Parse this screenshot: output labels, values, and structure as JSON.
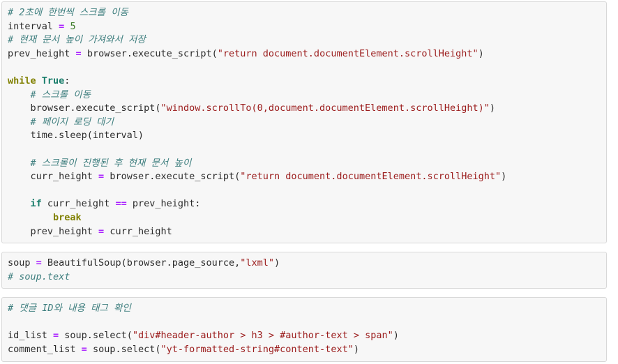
{
  "document": {
    "language": "python",
    "theme": {
      "background": "#ffffff",
      "block_background": "#f7f7f7",
      "block_border": "#d8d8d8",
      "text": "#2b2b2b",
      "comment": "#3f7f7f",
      "keyword": "#808000",
      "keyword_control": "#197d6b",
      "string": "#9b1c1c",
      "operator": "#aa22ff",
      "number": "#3a7a26"
    }
  },
  "blocks": [
    {
      "id": "block-scroll-loop",
      "lines": [
        {
          "id": "l1",
          "tokens": [
            {
              "t": "com",
              "v": "# 2초에 한번씩 스크롤 이동"
            }
          ]
        },
        {
          "id": "l2",
          "tokens": [
            {
              "t": "plain",
              "v": "interval "
            },
            {
              "t": "op",
              "v": "="
            },
            {
              "t": "plain",
              "v": " "
            },
            {
              "t": "num",
              "v": "5"
            }
          ]
        },
        {
          "id": "l3",
          "tokens": [
            {
              "t": "com",
              "v": "# 현재 문서 높이 가져와서 저장"
            }
          ]
        },
        {
          "id": "l4",
          "tokens": [
            {
              "t": "plain",
              "v": "prev_height "
            },
            {
              "t": "op",
              "v": "="
            },
            {
              "t": "plain",
              "v": " browser.execute_script("
            },
            {
              "t": "str",
              "v": "\"return document.documentElement.scrollHeight\""
            },
            {
              "t": "plain",
              "v": ")"
            }
          ]
        },
        {
          "id": "l5",
          "tokens": [
            {
              "t": "plain",
              "v": ""
            }
          ]
        },
        {
          "id": "l6",
          "tokens": [
            {
              "t": "kw",
              "v": "while"
            },
            {
              "t": "plain",
              "v": " "
            },
            {
              "t": "kw2",
              "v": "True"
            },
            {
              "t": "plain",
              "v": ":"
            }
          ]
        },
        {
          "id": "l7",
          "tokens": [
            {
              "t": "plain",
              "v": "    "
            },
            {
              "t": "com",
              "v": "# 스크롤 이동"
            }
          ]
        },
        {
          "id": "l8",
          "tokens": [
            {
              "t": "plain",
              "v": "    browser.execute_script("
            },
            {
              "t": "str",
              "v": "\"window.scrollTo(0,document.documentElement.scrollHeight)\""
            },
            {
              "t": "plain",
              "v": ")"
            }
          ]
        },
        {
          "id": "l9",
          "tokens": [
            {
              "t": "plain",
              "v": "    "
            },
            {
              "t": "com",
              "v": "# 페이지 로딩 대기"
            }
          ]
        },
        {
          "id": "l10",
          "tokens": [
            {
              "t": "plain",
              "v": "    time.sleep(interval)"
            }
          ]
        },
        {
          "id": "l11",
          "tokens": [
            {
              "t": "plain",
              "v": ""
            }
          ]
        },
        {
          "id": "l12",
          "tokens": [
            {
              "t": "plain",
              "v": "    "
            },
            {
              "t": "com",
              "v": "# 스크롤이 진행된 후 현재 문서 높이"
            }
          ]
        },
        {
          "id": "l13",
          "tokens": [
            {
              "t": "plain",
              "v": "    curr_height "
            },
            {
              "t": "op",
              "v": "="
            },
            {
              "t": "plain",
              "v": " browser.execute_script("
            },
            {
              "t": "str",
              "v": "\"return document.documentElement.scrollHeight\""
            },
            {
              "t": "plain",
              "v": ")"
            }
          ]
        },
        {
          "id": "l14",
          "tokens": [
            {
              "t": "plain",
              "v": ""
            }
          ]
        },
        {
          "id": "l15",
          "tokens": [
            {
              "t": "plain",
              "v": "    "
            },
            {
              "t": "kw2",
              "v": "if"
            },
            {
              "t": "plain",
              "v": " curr_height "
            },
            {
              "t": "op",
              "v": "=="
            },
            {
              "t": "plain",
              "v": " prev_height:"
            }
          ]
        },
        {
          "id": "l16",
          "tokens": [
            {
              "t": "plain",
              "v": "        "
            },
            {
              "t": "kw",
              "v": "break"
            }
          ]
        },
        {
          "id": "l17",
          "tokens": [
            {
              "t": "plain",
              "v": "    prev_height "
            },
            {
              "t": "op",
              "v": "="
            },
            {
              "t": "plain",
              "v": " curr_height"
            }
          ]
        }
      ]
    },
    {
      "id": "block-soup-parse",
      "lines": [
        {
          "id": "m1",
          "tokens": [
            {
              "t": "plain",
              "v": "soup "
            },
            {
              "t": "op",
              "v": "="
            },
            {
              "t": "plain",
              "v": " BeautifulSoup(browser.page_source,"
            },
            {
              "t": "str",
              "v": "\"lxml\""
            },
            {
              "t": "plain",
              "v": ")"
            }
          ]
        },
        {
          "id": "m2",
          "tokens": [
            {
              "t": "com",
              "v": "# soup.text"
            }
          ]
        }
      ]
    },
    {
      "id": "block-select-tags",
      "lines": [
        {
          "id": "n1",
          "tokens": [
            {
              "t": "com",
              "v": "# 댓글 ID와 내용 태그 확인"
            }
          ]
        },
        {
          "id": "n2",
          "tokens": [
            {
              "t": "plain",
              "v": ""
            }
          ]
        },
        {
          "id": "n3",
          "tokens": [
            {
              "t": "plain",
              "v": "id_list "
            },
            {
              "t": "op",
              "v": "="
            },
            {
              "t": "plain",
              "v": " soup.select("
            },
            {
              "t": "str",
              "v": "\"div#header-author > h3 > #author-text > span\""
            },
            {
              "t": "plain",
              "v": ")"
            }
          ]
        },
        {
          "id": "n4",
          "tokens": [
            {
              "t": "plain",
              "v": "comment_list "
            },
            {
              "t": "op",
              "v": "="
            },
            {
              "t": "plain",
              "v": " soup.select("
            },
            {
              "t": "str",
              "v": "\"yt-formatted-string#content-text\""
            },
            {
              "t": "plain",
              "v": ")"
            }
          ]
        }
      ]
    }
  ]
}
